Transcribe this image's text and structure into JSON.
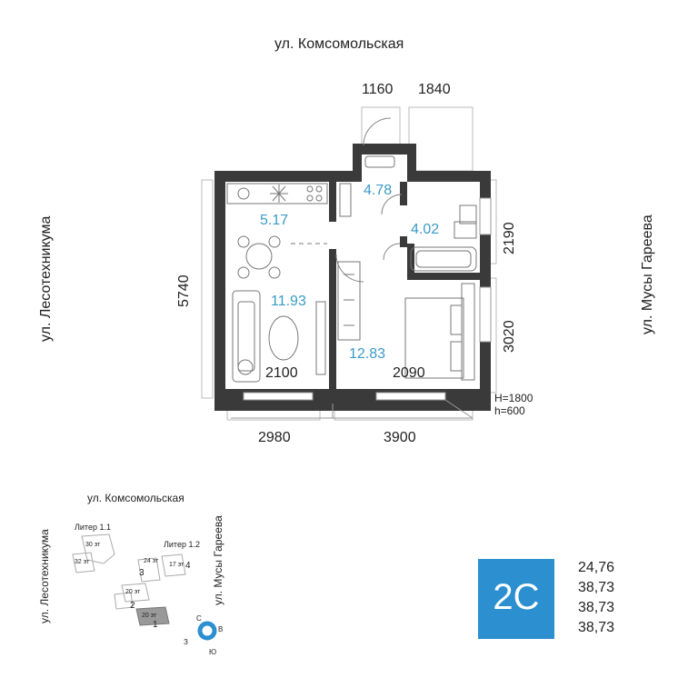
{
  "streets": {
    "north": "ул. Комсомольская",
    "west": "ул. Лесотехникума",
    "east": "ул. Мусы Гареева"
  },
  "dimensions": {
    "top_left": "1160",
    "top_right": "1840",
    "left_total": "5740",
    "right_upper": "2190",
    "right_lower": "3020",
    "bottom_left": "2980",
    "bottom_right": "3900",
    "inner_left": "2100",
    "inner_right": "2090"
  },
  "rooms": {
    "hall": "4.78",
    "kitchen": "5.17",
    "bath": "4.02",
    "living": "11.93",
    "bedroom": "12.83"
  },
  "window_note": {
    "h1": "H=1800",
    "h2": "h=600"
  },
  "site_plan": {
    "street_north": "ул. Комсомольская",
    "street_west": "ул. Лесотехникума",
    "street_east": "ул. Мусы Гареева",
    "liter_1_1": "Литер 1.1",
    "liter_1_2": "Литер 1.2",
    "f30": "30 эт",
    "f32": "32 эт",
    "f24": "24 эт",
    "f17": "17 эт",
    "f20a": "20 эт",
    "f20b": "20 эт",
    "b1": "1",
    "b2": "2",
    "b3": "3",
    "b4": "4",
    "compass_n": "С",
    "compass_e": "В",
    "compass_s": "Ю",
    "compass_w": "З"
  },
  "unit": {
    "type": "2С",
    "badge_color": "#2b8fd0",
    "areas": [
      "24,76",
      "38,73",
      "38,73",
      "38,73"
    ]
  },
  "colors": {
    "wall": "#3a3a3a",
    "accent": "#3a9bc6"
  }
}
